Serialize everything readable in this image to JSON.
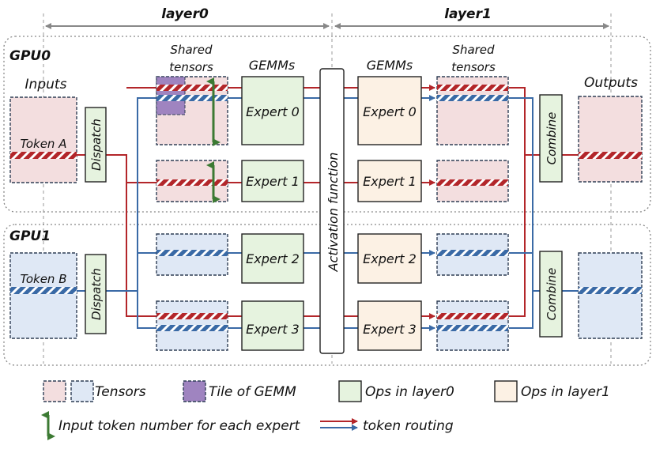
{
  "header": {
    "layer0": "layer0",
    "layer1": "layer1"
  },
  "gpus": [
    {
      "label": "GPU0",
      "token": "Token A"
    },
    {
      "label": "GPU1",
      "token": "Token B"
    }
  ],
  "columns": {
    "inputs": "Inputs",
    "outputs": "Outputs",
    "shared_l0": [
      "Shared",
      "tensors"
    ],
    "shared_l1": [
      "Shared",
      "tensors"
    ],
    "gemms_l0": "GEMMs",
    "gemms_l1": "GEMMs"
  },
  "ops": {
    "dispatch": "Dispatch",
    "combine": "Combine",
    "activation": "Activation function",
    "experts": [
      "Expert 0",
      "Expert 1",
      "Expert 2",
      "Expert 3"
    ]
  },
  "legend": {
    "tensors": "Tensors",
    "tile": "Tile of GEMM",
    "ops_l0": "Ops in layer0",
    "ops_l1": "Ops in layer1",
    "token_number": "Input token number for each expert",
    "routing": "token routing"
  },
  "colors": {
    "gpu0_tensor": "#f3dedf",
    "gpu1_tensor": "#dfe8f5",
    "ops_layer0": "#e6f3df",
    "ops_layer1": "#fcf1e4",
    "tile": "#9f84c0",
    "route_red": "#b3262a",
    "route_blue": "#3a6aa6",
    "arrow_green": "#3c7a33"
  }
}
